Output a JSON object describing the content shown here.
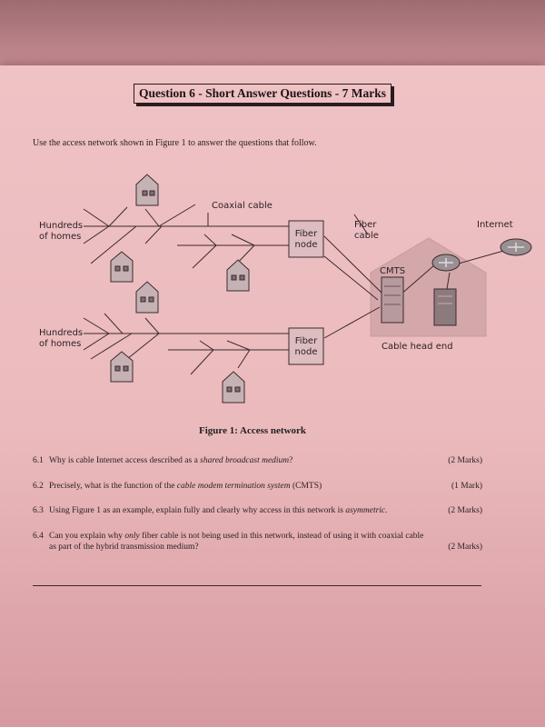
{
  "header": {
    "title": "Question 6 - Short Answer Questions - 7 Marks"
  },
  "intro": "Use the access network shown in Figure 1 to answer the questions that follow.",
  "figure": {
    "labels": {
      "coaxial_cable": "Coaxial cable",
      "hundreds_homes_top": "Hundreds\nof homes",
      "hundreds_homes_bottom": "Hundreds\nof homes",
      "fiber_node_top": "Fiber\nnode",
      "fiber_node_bottom": "Fiber\nnode",
      "fiber_cable": "Fiber\ncable",
      "internet": "Internet",
      "cmts": "CMTS",
      "cable_head_end": "Cable head end"
    },
    "caption": "Figure 1: Access network"
  },
  "questions": [
    {
      "num": "6.1",
      "before": "Why is cable Internet access described as a ",
      "em": "shared broadcast medium",
      "after": "?",
      "marks": "(2 Marks)"
    },
    {
      "num": "6.2",
      "before": "Precisely, what is the function of the ",
      "em": "cable modem termination system",
      "after": " (CMTS)",
      "marks": "(1 Mark)"
    },
    {
      "num": "6.3",
      "before": "Using Figure 1 as an example, explain fully and clearly why access in this network is ",
      "em": "asymmetric.",
      "after": "",
      "marks": "(2 Marks)"
    },
    {
      "num": "6.4",
      "before": "Can you explain why ",
      "em": "only",
      "after": " fiber cable is not being used in this network, instead of using it with coaxial cable",
      "line2": "as part of the hybrid transmission medium?",
      "marks": "(2 Marks)"
    }
  ],
  "colors": {
    "ink": "#2a2022",
    "paper": "#efc2c5",
    "head_end_fill": "#d4a7ab"
  }
}
